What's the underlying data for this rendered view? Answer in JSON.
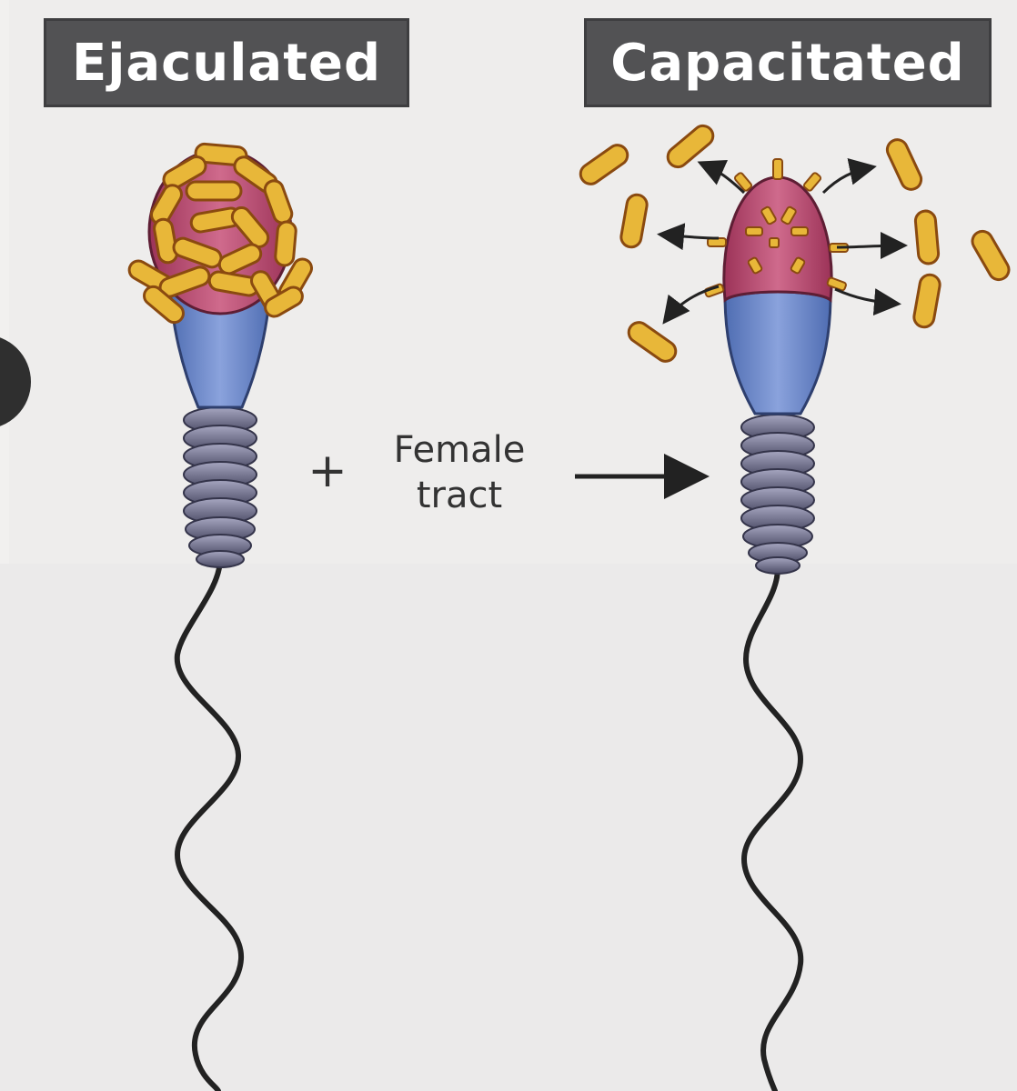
{
  "labels": {
    "left": "Ejaculated",
    "right": "Capacitated",
    "operator": "+",
    "condition_line1": "Female",
    "condition_line2": "tract"
  },
  "colors": {
    "background": "#f1f0ef",
    "label_box": "#525254",
    "label_text": "#ffffff",
    "acrosome": "#b84a6e",
    "midpiece_body": "#6e88c7",
    "midpiece_rings": "#55556e",
    "coat_molecule": "#e8b739",
    "coat_outline": "#8a4a10",
    "tail": "#222222",
    "arrow": "#222222"
  },
  "icons": [
    "arrow-right-icon",
    "release-arrow-icon"
  ]
}
